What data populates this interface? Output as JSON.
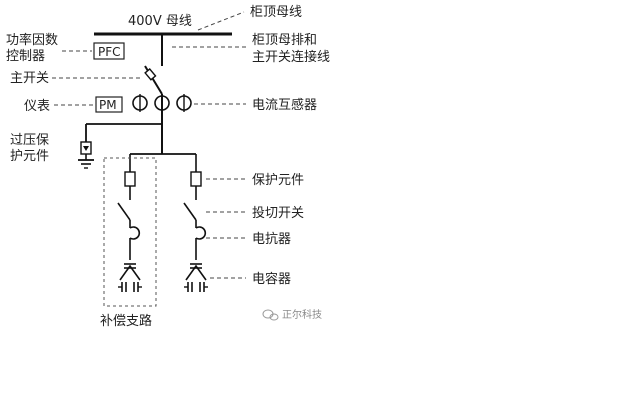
{
  "diagram": {
    "bus_label": "400V 母线",
    "labels_left": {
      "pfc": [
        "功率因数",
        "控制器"
      ],
      "main_switch": "主开关",
      "meter": "仪表",
      "surge": [
        "过压保",
        "护元件"
      ]
    },
    "boxes": {
      "pfc": "PFC",
      "pm": "PM"
    },
    "labels_right": {
      "top_busbar": "柜顶母线",
      "busbar_link": [
        "柜顶母排和",
        "主开关连接线"
      ],
      "ct": "电流互感器",
      "protect": "保护元件",
      "switch": "投切开关",
      "reactor": "电抗器",
      "capacitor": "电容器"
    },
    "branch_label": "补偿支路",
    "watermark": "正尔科技"
  }
}
